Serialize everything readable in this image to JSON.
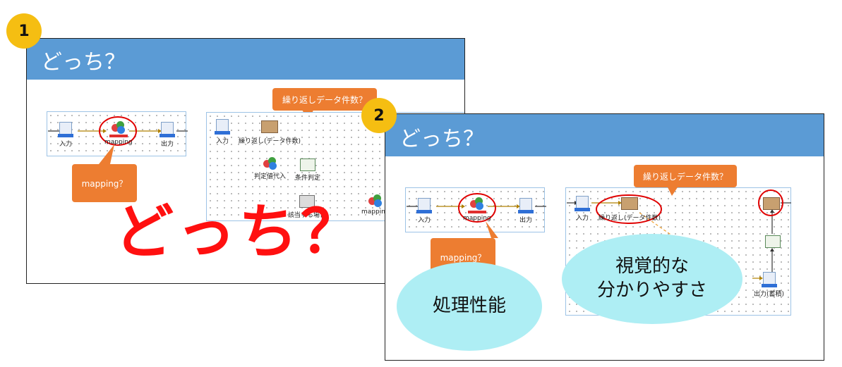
{
  "badges": {
    "one": "1",
    "two": "2"
  },
  "slide1": {
    "title": "どっち？",
    "big_text": "どっち？",
    "left_flow": {
      "input": "入力",
      "mapping": "mapping",
      "output": "出力"
    },
    "callout_mapping": "mapping？",
    "callout_loop": "繰り返しデータ件数？",
    "right_flow": {
      "input": "入力",
      "loop": "繰り返し(データ件数)",
      "assign": "判定値代入",
      "condition": "条件判定",
      "match": "該当する場合",
      "mapping": "mapping"
    }
  },
  "slide2": {
    "title": "どっち？",
    "left_flow": {
      "input": "入力",
      "mapping": "mapping",
      "output": "出力"
    },
    "callout_mapping": "mapping？",
    "callout_loop": "繰り返しデータ件数？",
    "right_flow": {
      "input": "入力",
      "loop": "繰り返し(データ件数)",
      "output": "出力(蓄積)"
    },
    "bubble_performance": "処理性能",
    "bubble_clarity_line1": "視覚的な",
    "bubble_clarity_line2": "分かりやすさ"
  },
  "colors": {
    "header": "#5b9bd5",
    "callout": "#ed7d31",
    "badge": "#f5be12",
    "bubble": "#aeeef4",
    "highlight": "#e00000"
  }
}
